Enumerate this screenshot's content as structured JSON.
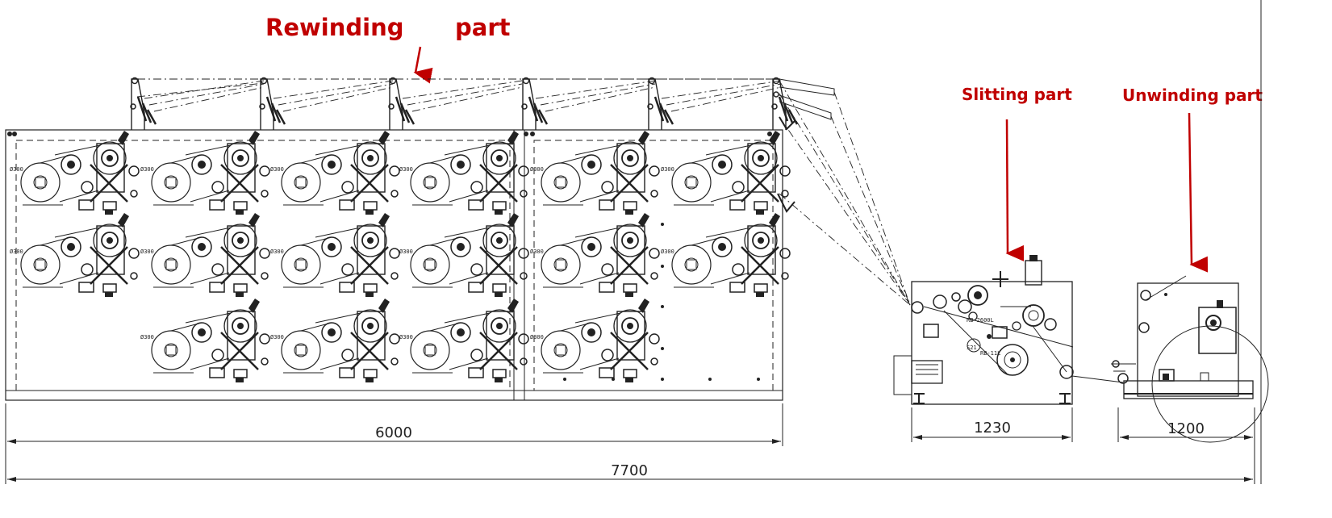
{
  "labels": {
    "rewinding_1": "Rewinding",
    "rewinding_2": "part",
    "slitting": "Slitting part",
    "unwinding": "Unwinding part"
  },
  "dimensions": {
    "rewinding_width": "6000",
    "slitting_width": "1230",
    "unwinding_width": "1200",
    "total_width": "7700"
  },
  "station_tag": "Ø300",
  "small_tags": [
    "RB-2600L",
    "RB-11L",
    "S21"
  ],
  "grid": {
    "rows": [
      [
        1,
        1,
        1,
        1,
        1,
        1
      ],
      [
        1,
        1,
        1,
        1,
        1,
        1
      ],
      [
        0,
        1,
        1,
        1,
        1,
        0
      ]
    ]
  },
  "colors": {
    "callout": "#c00000",
    "line": "#222222"
  }
}
